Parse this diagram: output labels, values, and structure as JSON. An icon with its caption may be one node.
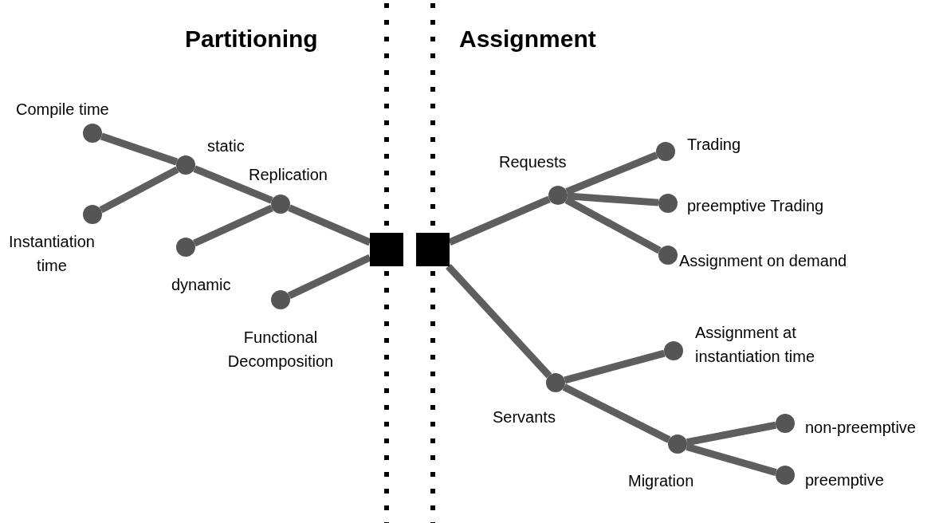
{
  "diagram": {
    "nodes": [
      {
        "text": [],
        "shape": "box"
      },
      {
        "text": [],
        "shape": "box"
      },
      {
        "text": [],
        "shape": "circle",
        "beside": [
          "Replication"
        ]
      },
      {
        "text": [],
        "shape": "circle",
        "beside": [
          "static"
        ]
      },
      {
        "text": [],
        "shape": "circle",
        "beside": [
          "Compile time"
        ]
      },
      {
        "text": [],
        "shape": "circle",
        "beside": [
          "Instantiation time"
        ]
      },
      {
        "text": [],
        "shape": "circle",
        "beside": [
          "dynamic"
        ]
      },
      {
        "text": [],
        "shape": "circle",
        "beside": [
          "Functional Decomposition"
        ]
      },
      {
        "text": [],
        "shape": "circle",
        "beside": [
          "Requests"
        ]
      },
      {
        "text": [],
        "shape": "circle",
        "beside": [
          "Trading"
        ]
      },
      {
        "text": [],
        "shape": "circle",
        "beside": [
          "preemptive Trading"
        ]
      },
      {
        "text": [],
        "shape": "circle",
        "beside": [
          "Assignment on demand"
        ]
      },
      {
        "text": [],
        "shape": "circle",
        "beside": [
          "Servants"
        ]
      },
      {
        "text": [],
        "shape": "circle",
        "beside": [
          "Assignment at instantiation time"
        ]
      },
      {
        "text": [],
        "shape": "circle",
        "beside": [
          "Migration"
        ]
      },
      {
        "text": [],
        "shape": "circle",
        "beside": [
          "non-preemptive"
        ]
      },
      {
        "text": [],
        "shape": "circle",
        "beside": [
          "preemptive"
        ]
      }
    ],
    "edges": [
      {
        "from": 0,
        "to": 2,
        "arrow": "none"
      },
      {
        "from": 0,
        "to": 7,
        "arrow": "none"
      },
      {
        "from": 2,
        "to": 3,
        "arrow": "none"
      },
      {
        "from": 2,
        "to": 6,
        "arrow": "none"
      },
      {
        "from": 3,
        "to": 4,
        "arrow": "none"
      },
      {
        "from": 3,
        "to": 5,
        "arrow": "none"
      },
      {
        "from": 1,
        "to": 8,
        "arrow": "none"
      },
      {
        "from": 8,
        "to": 9,
        "arrow": "none"
      },
      {
        "from": 8,
        "to": 10,
        "arrow": "none"
      },
      {
        "from": 8,
        "to": 11,
        "arrow": "none"
      },
      {
        "from": 1,
        "to": 12,
        "arrow": "none"
      },
      {
        "from": 12,
        "to": 13,
        "arrow": "none"
      },
      {
        "from": 12,
        "to": 14,
        "arrow": "none"
      },
      {
        "from": 14,
        "to": 15,
        "arrow": "none"
      },
      {
        "from": 14,
        "to": 16,
        "arrow": "none"
      }
    ],
    "labels": [
      "Partitioning",
      "Assignment"
    ]
  }
}
